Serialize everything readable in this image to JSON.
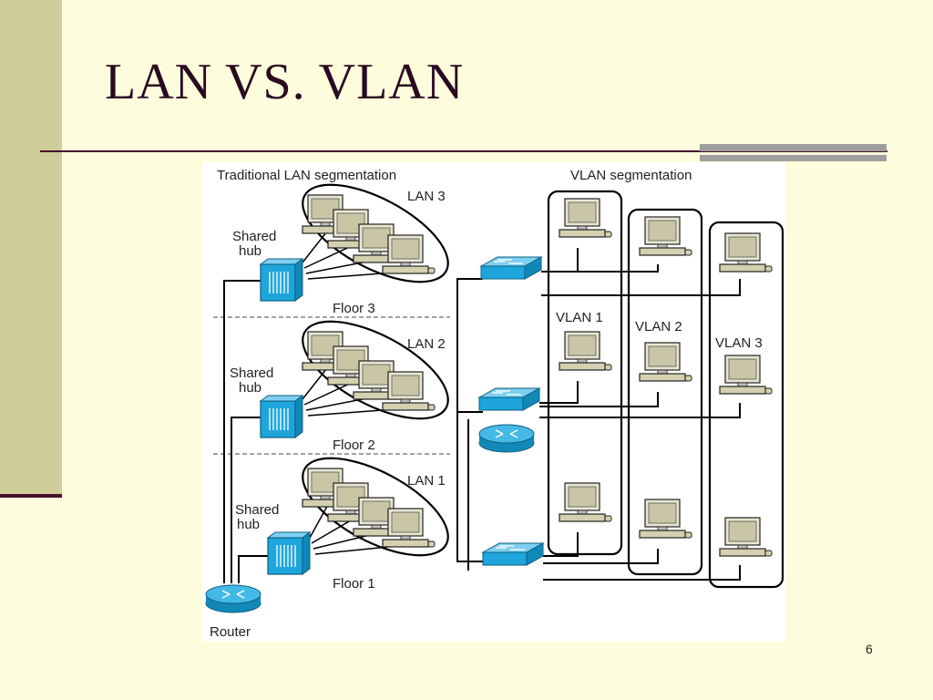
{
  "slide": {
    "title": "LAN VS. VLAN",
    "page_number": "6"
  },
  "diagram": {
    "traditional": {
      "title": "Traditional LAN segmentation",
      "lans": [
        "LAN 3",
        "LAN 2",
        "LAN 1"
      ],
      "floors": [
        "Floor 3",
        "Floor 2",
        "Floor 1"
      ],
      "hub_label": [
        "Shared",
        "hub"
      ],
      "router_label": "Router"
    },
    "vlan": {
      "title": "VLAN segmentation",
      "vlans": [
        "VLAN 1",
        "VLAN 2",
        "VLAN 3"
      ]
    },
    "icons": [
      "pc-icon",
      "shared-hub-icon",
      "switch-icon",
      "router-icon"
    ],
    "colors": {
      "device_blue": "#1da5dc",
      "pc_beige": "#d4d0b0",
      "accent": "#4a0e2c"
    }
  }
}
